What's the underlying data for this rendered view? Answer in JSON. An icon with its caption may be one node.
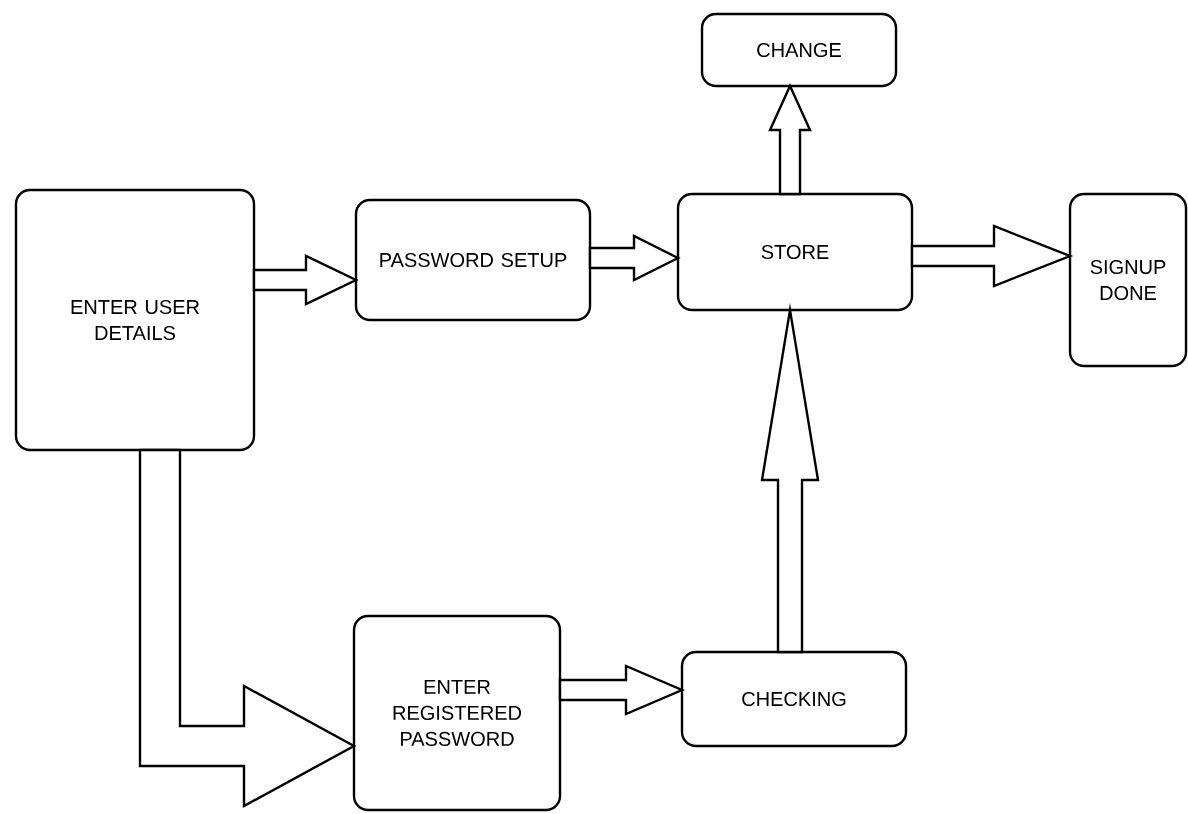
{
  "diagram": {
    "nodes": [
      {
        "text": [
          "ENTER USER DETAILS"
        ]
      },
      {
        "text": [
          "PASSWORD SETUP"
        ]
      },
      {
        "text": [
          "STORE"
        ]
      },
      {
        "text": [
          "CHANGE"
        ]
      },
      {
        "text": [
          "SIGNUP DONE"
        ]
      },
      {
        "text": [
          "ENTER REGISTERED PASSWORD"
        ]
      },
      {
        "text": [
          "CHECKING"
        ]
      }
    ],
    "edges": [
      {
        "from": 0,
        "to": 1,
        "arrow": "to"
      },
      {
        "from": 1,
        "to": 2,
        "arrow": "to"
      },
      {
        "from": 2,
        "to": 3,
        "arrow": "to"
      },
      {
        "from": 2,
        "to": 4,
        "arrow": "to"
      },
      {
        "from": 0,
        "to": 5,
        "arrow": "to"
      },
      {
        "from": 5,
        "to": 6,
        "arrow": "to"
      },
      {
        "from": 6,
        "to": 2,
        "arrow": "to"
      }
    ]
  }
}
